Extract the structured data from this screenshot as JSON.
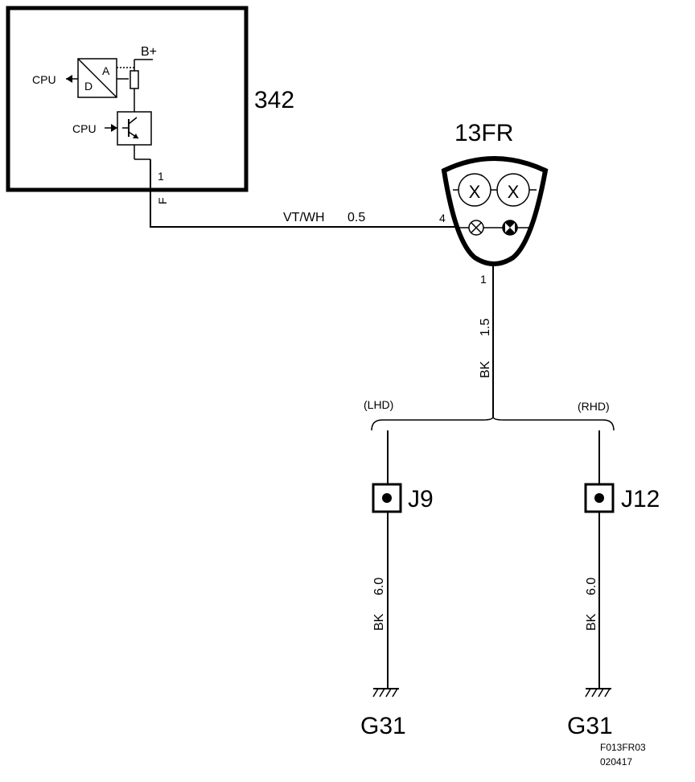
{
  "module": {
    "id": "342",
    "supply_label": "B+",
    "cpu_out_label": "CPU",
    "cpu_in_label": "CPU",
    "adc_a": "A",
    "adc_d": "D",
    "pin_number": "1",
    "pin_code": "F"
  },
  "lamp": {
    "id": "13FR",
    "pin_in": "4",
    "pin_ground": "1",
    "bulb_symbol": "X"
  },
  "wires": {
    "signal": {
      "color": "VT/WH",
      "size": "0.5"
    },
    "ground_trunk": {
      "color": "BK",
      "size": "1.5"
    },
    "left_branch": {
      "color": "BK",
      "size": "6.0"
    },
    "right_branch": {
      "color": "BK",
      "size": "6.0"
    }
  },
  "branches": {
    "left_label": "(LHD)",
    "right_label": "(RHD)"
  },
  "splices": {
    "left": "J9",
    "right": "J12"
  },
  "grounds": {
    "left": "G31",
    "right": "G31"
  },
  "footer": {
    "figure_code": "F013FR03",
    "date_code": "020417"
  }
}
